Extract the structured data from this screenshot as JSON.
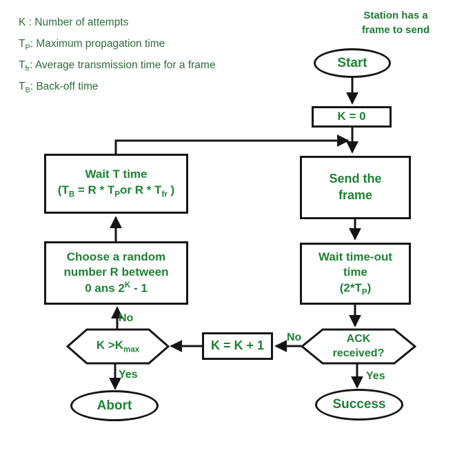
{
  "legend": {
    "lines": [
      {
        "sym": "K",
        "sub": "",
        "text": " : Number of attempts"
      },
      {
        "sym": "T",
        "sub": "P",
        "text": ": Maximum propagation time"
      },
      {
        "sym": "T",
        "sub": "fr",
        "text": ": Average transmission time for a frame"
      },
      {
        "sym": "T",
        "sub": "B",
        "text": ": Back-off time"
      }
    ]
  },
  "caption": {
    "line1": "Station has a",
    "line2": "frame to send"
  },
  "nodes": {
    "start": {
      "label": "Start"
    },
    "k_init": {
      "label": "K = 0"
    },
    "send_frame": {
      "line1": "Send the",
      "line2": "frame"
    },
    "wait_timeout": {
      "line1": "Wait time-out",
      "line2": "time",
      "line3_pre": "(2*T",
      "line3_sub": "P",
      "line3_post": ")"
    },
    "ack": {
      "line1": "ACK",
      "line2": "received?"
    },
    "success": {
      "label": "Success"
    },
    "k_increment": {
      "label": "K = K + 1"
    },
    "kmax": {
      "pre": "K >K",
      "sub": "max"
    },
    "abort": {
      "label": "Abort"
    },
    "choose_random": {
      "line1": "Choose a random",
      "line2": "number R between",
      "line3_pre": "0 ans 2",
      "line3_sup": "K",
      "line3_post": " - 1"
    },
    "wait_t": {
      "line1": "Wait T time",
      "line2_a": "(T",
      "line2_a_sub": "B",
      "line2_b": " = R * T",
      "line2_b_sub": "P",
      "line2_c": "or R * T",
      "line2_c_sub": "fr",
      "line2_d": " )"
    }
  },
  "edge_labels": {
    "ack_no": "No",
    "ack_yes": "Yes",
    "kmax_no": "No",
    "kmax_yes": "Yes"
  },
  "colors": {
    "node_text": "#1e8235",
    "legend_text": "#2f6b3c",
    "caption_text": "#1f7a33",
    "stroke": "#151515",
    "background": "#ffffff"
  }
}
